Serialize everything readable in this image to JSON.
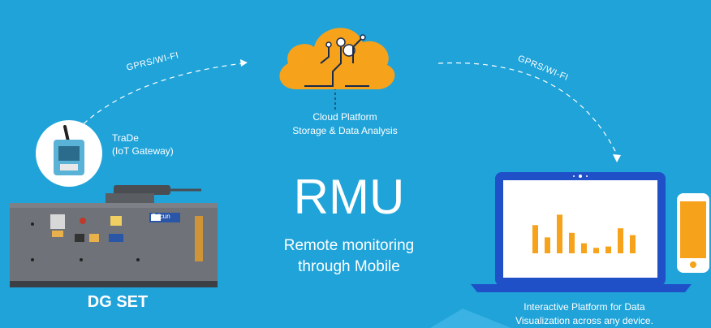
{
  "title": "RMU",
  "subtitle_line1": "Remote monitoring",
  "subtitle_line2": "through Mobile",
  "cloud": {
    "line1": "Cloud Platform",
    "line2": "Storage & Data Analysis"
  },
  "gateway": {
    "line1": "TraDe",
    "line2": "(IoT Gateway)"
  },
  "dg_set": {
    "label": "DG SET",
    "brand_badge": "Bdcun"
  },
  "platform": {
    "line1": "Interactive Platform for Data",
    "line2": "Visualization across any device."
  },
  "links": {
    "left": "GPRS/WI-FI",
    "right": "GPRS/WI-FI"
  },
  "colors": {
    "background": "#1fa3d9",
    "accent_orange": "#f7a21b",
    "laptop_blue": "#1f50c8",
    "dg_gray": "#6f7278"
  },
  "chart_bars": [
    0.62,
    0.35,
    0.85,
    0.45,
    0.22,
    0.12,
    0.15,
    0.55,
    0.4
  ]
}
